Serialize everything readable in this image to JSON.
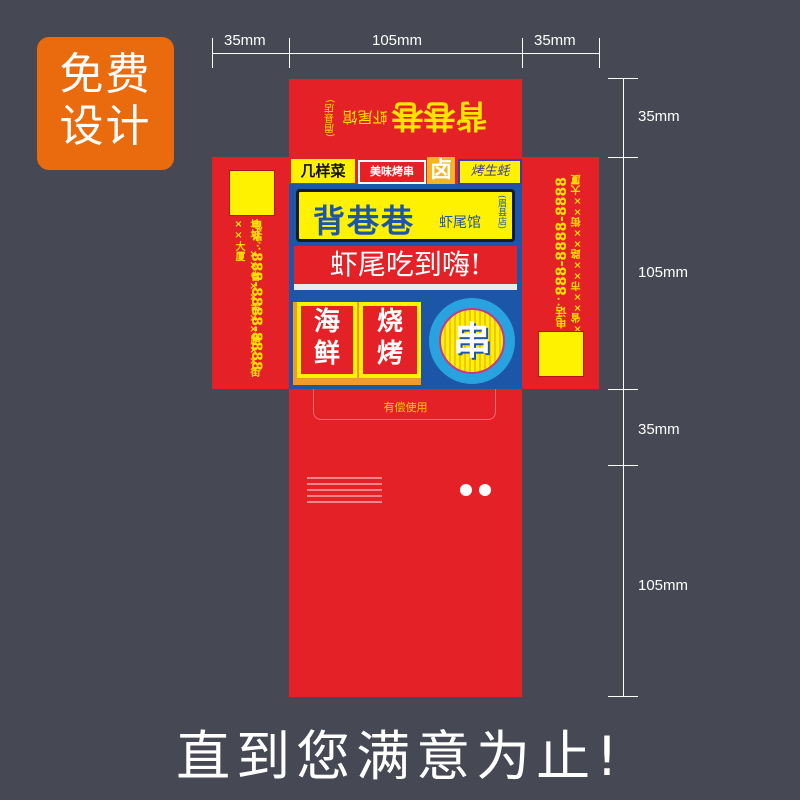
{
  "badge": {
    "line1": "免费",
    "line2": "设计",
    "color": "#ea6a0e"
  },
  "dimensions": {
    "horizontal": [
      "35mm",
      "105mm",
      "35mm"
    ],
    "vertical": [
      "35mm",
      "105mm",
      "35mm",
      "105mm"
    ]
  },
  "box": {
    "base_color": "#e52128",
    "top_flap": {
      "brand": "背巷巷",
      "sub": "虾尾馆",
      "branch": "(眉县店)"
    },
    "front": {
      "tags": [
        "几样菜",
        "美味烤串",
        "卤",
        "烤生蚝"
      ],
      "brand": "背巷巷",
      "sub": "虾尾馆",
      "branch": "(眉县店)",
      "slogan": "虾尾吃到嗨!",
      "box1": [
        "海",
        "鲜"
      ],
      "box2": [
        "烧",
        "烤"
      ],
      "circle": "串"
    },
    "side_left": {
      "phone_label": "电话：",
      "phone": "888-8888-8888",
      "address_label": "地址：",
      "address": "××省××市××路××街××大厦"
    },
    "side_right": {
      "phone_label": "电话：",
      "phone": "888-8888-8888",
      "address_label": "地址：",
      "address": "××省××市××路××街××大厦"
    },
    "back": {
      "paid_use": "有偿使用"
    }
  },
  "footer": {
    "text": "直到您满意为止!"
  }
}
